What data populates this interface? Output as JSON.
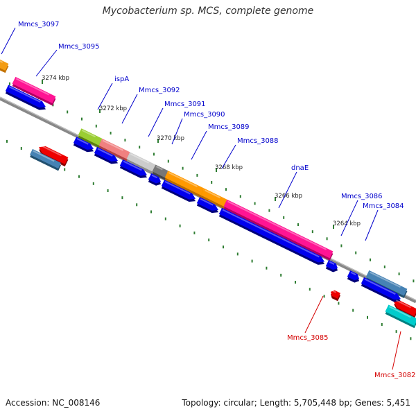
{
  "title": "Mycobacterium sp. MCS, complete genome",
  "accession": "Accession: NC_008146",
  "topology": "Topology: circular; Length: 5,705,448 bp; Genes: 5,451",
  "colors": {
    "label_forward": "#0000cc",
    "label_reverse": "#d40000",
    "backbone": "#888888",
    "tick": "#2e7d32",
    "cds": "#0000ee",
    "rrna": "#ee0000"
  },
  "scale_labels": [
    "3274 kbp",
    "3272 kbp",
    "3270 kbp",
    "3268 kbp",
    "3266 kbp",
    "3264 kbp"
  ],
  "gene_labels": [
    "Mmcs_3097",
    "Mmcs_3095",
    "ispA",
    "Mmcs_3092",
    "Mmcs_3091",
    "Mmcs_3090",
    "Mmcs_3089",
    "Mmcs_3088",
    "dnaE",
    "Mmcs_3086",
    "Mmcs_3084",
    "Mmcs_3085",
    "Mmcs_3082"
  ]
}
